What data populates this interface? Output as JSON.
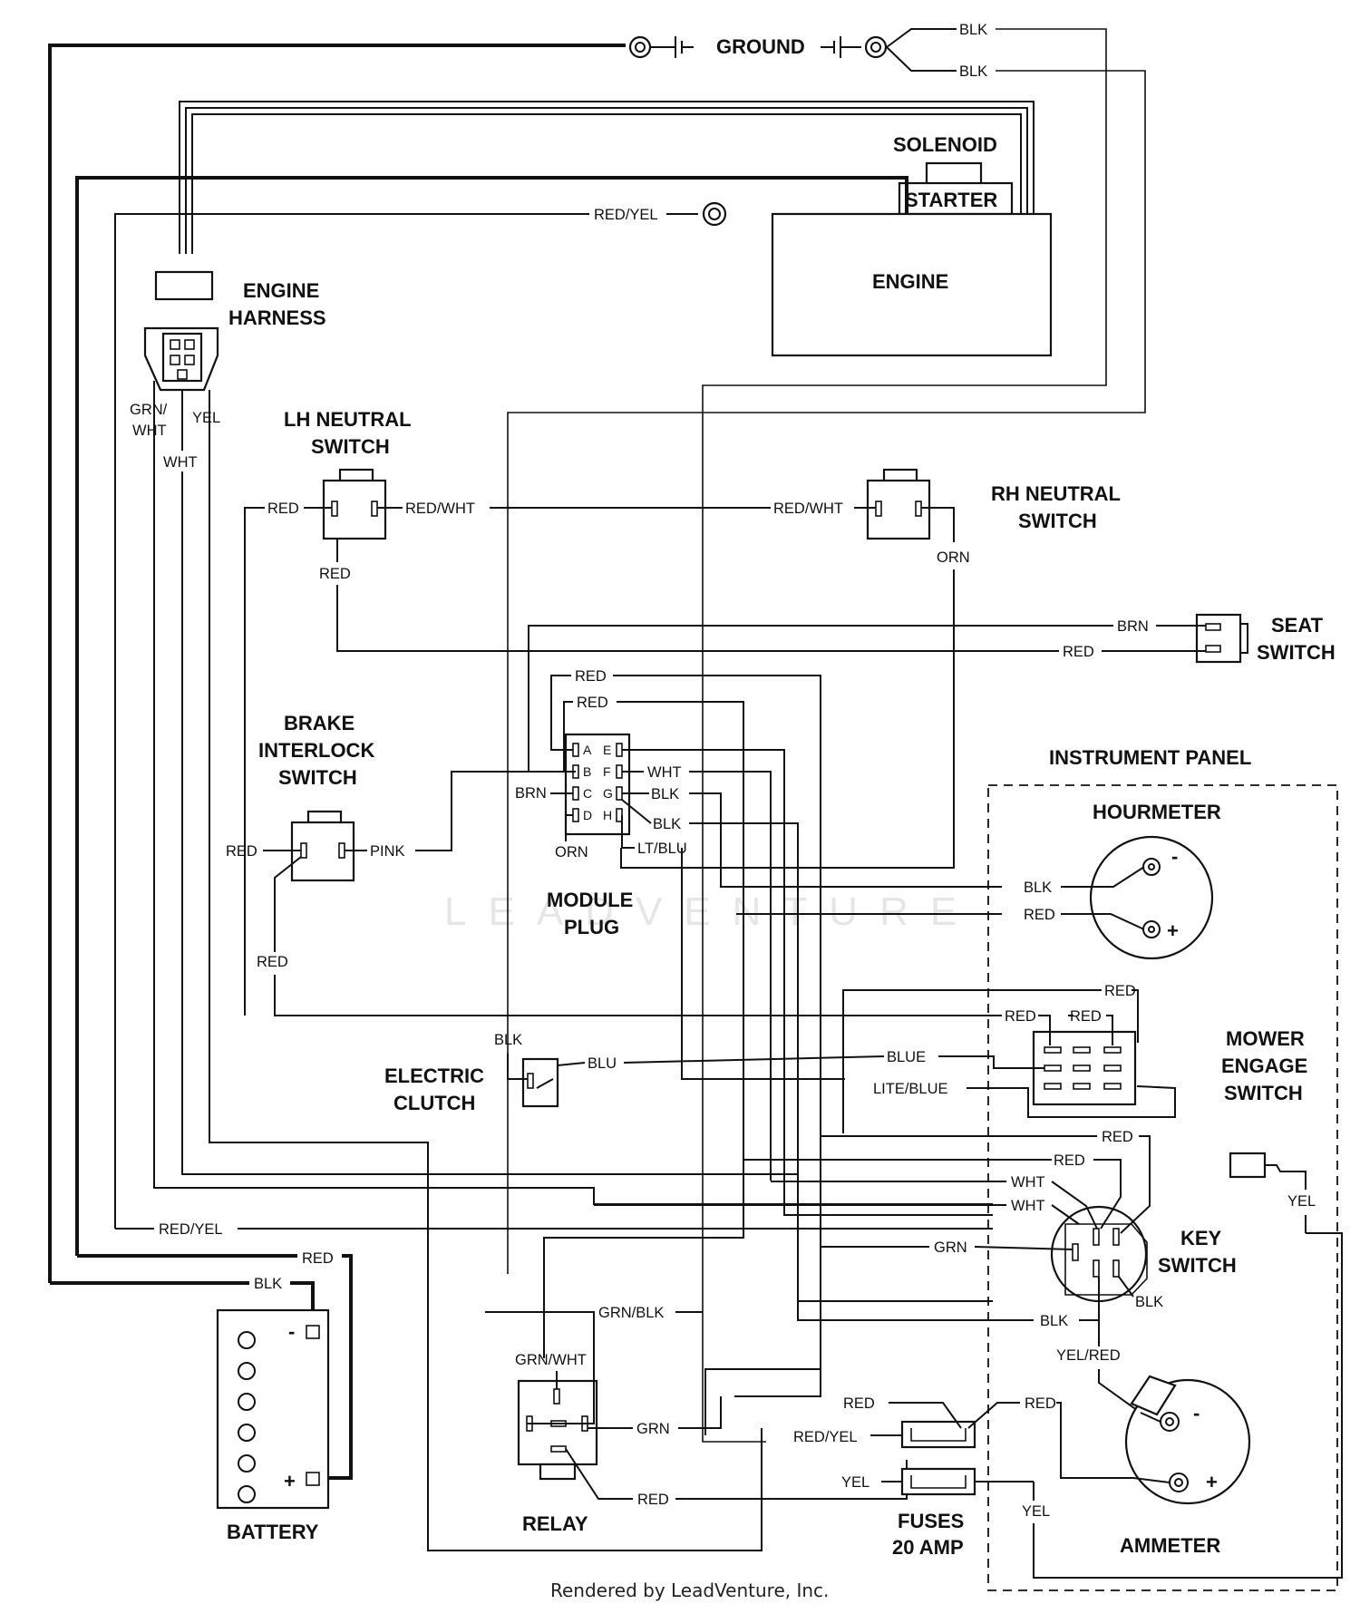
{
  "components": {
    "ground": "GROUND",
    "solenoid": "SOLENOID",
    "starter": "STARTER",
    "engine": "ENGINE",
    "engine_harness_1": "ENGINE",
    "engine_harness_2": "HARNESS",
    "lh_neutral_1": "LH NEUTRAL",
    "lh_neutral_2": "SWITCH",
    "rh_neutral_1": "RH NEUTRAL",
    "rh_neutral_2": "SWITCH",
    "seat_1": "SEAT",
    "seat_2": "SWITCH",
    "brake_1": "BRAKE",
    "brake_2": "INTERLOCK",
    "brake_3": "SWITCH",
    "module_1": "MODULE",
    "module_2": "PLUG",
    "instrument_panel": "INSTRUMENT PANEL",
    "hourmeter": "HOURMETER",
    "mower_1": "MOWER",
    "mower_2": "ENGAGE",
    "mower_3": "SWITCH",
    "clutch_1": "ELECTRIC",
    "clutch_2": "CLUTCH",
    "key_1": "KEY",
    "key_2": "SWITCH",
    "battery": "BATTERY",
    "relay": "RELAY",
    "fuses_1": "FUSES",
    "fuses_2": "20 AMP",
    "ammeter": "AMMETER"
  },
  "wires": {
    "blk_gnd1": "BLK",
    "blk_gnd2": "BLK",
    "red_yel_top": "RED/YEL",
    "grn_wht_h": "GRN/",
    "grn_wht_h2": "WHT",
    "yel_h": "YEL",
    "wht_h": "WHT",
    "lh_red_in": "RED",
    "lh_red_wht": "RED/WHT",
    "lh_red_out": "RED",
    "rh_red_wht": "RED/WHT",
    "rh_orn": "ORN",
    "seat_brn": "BRN",
    "seat_red": "RED",
    "mod_red1": "RED",
    "mod_red2": "RED",
    "mod_wht": "WHT",
    "mod_blk1": "BLK",
    "mod_blk2": "BLK",
    "mod_brn": "BRN",
    "mod_orn": "ORN",
    "mod_ltblu": "LT/BLU",
    "brake_red": "RED",
    "brake_pink": "PINK",
    "brake_red2": "RED",
    "hm_blk": "BLK",
    "hm_red": "RED",
    "clutch_blk": "BLK",
    "clutch_blu": "BLU",
    "me_red_top": "RED",
    "me_red1": "RED",
    "me_red2": "RED",
    "me_blue": "BLUE",
    "me_liteblue": "LITE/BLUE",
    "ks_red1": "RED",
    "ks_red2": "RED",
    "ks_wht1": "WHT",
    "ks_wht2": "WHT",
    "ks_grn": "GRN",
    "ks_blk1": "BLK",
    "ks_blk2": "BLK",
    "ks_yelred": "YEL/RED",
    "ks_yel": "YEL",
    "bat_redyel": "RED/YEL",
    "bat_red": "RED",
    "bat_blk": "BLK",
    "relay_grnblk": "GRN/BLK",
    "relay_grnwht": "GRN/WHT",
    "relay_grn": "GRN",
    "relay_red": "RED",
    "fuse_red1": "RED",
    "fuse_red2": "RED",
    "fuse_redyel": "RED/YEL",
    "fuse_yel": "YEL",
    "amm_yel": "YEL"
  },
  "pins": {
    "a": "A",
    "b": "B",
    "c": "C",
    "d": "D",
    "e": "E",
    "f": "F",
    "g": "G",
    "h": "H",
    "minus": "-",
    "plus": "+"
  },
  "watermark": "LEADVENTURE",
  "credit": "Rendered by LeadVenture, Inc."
}
